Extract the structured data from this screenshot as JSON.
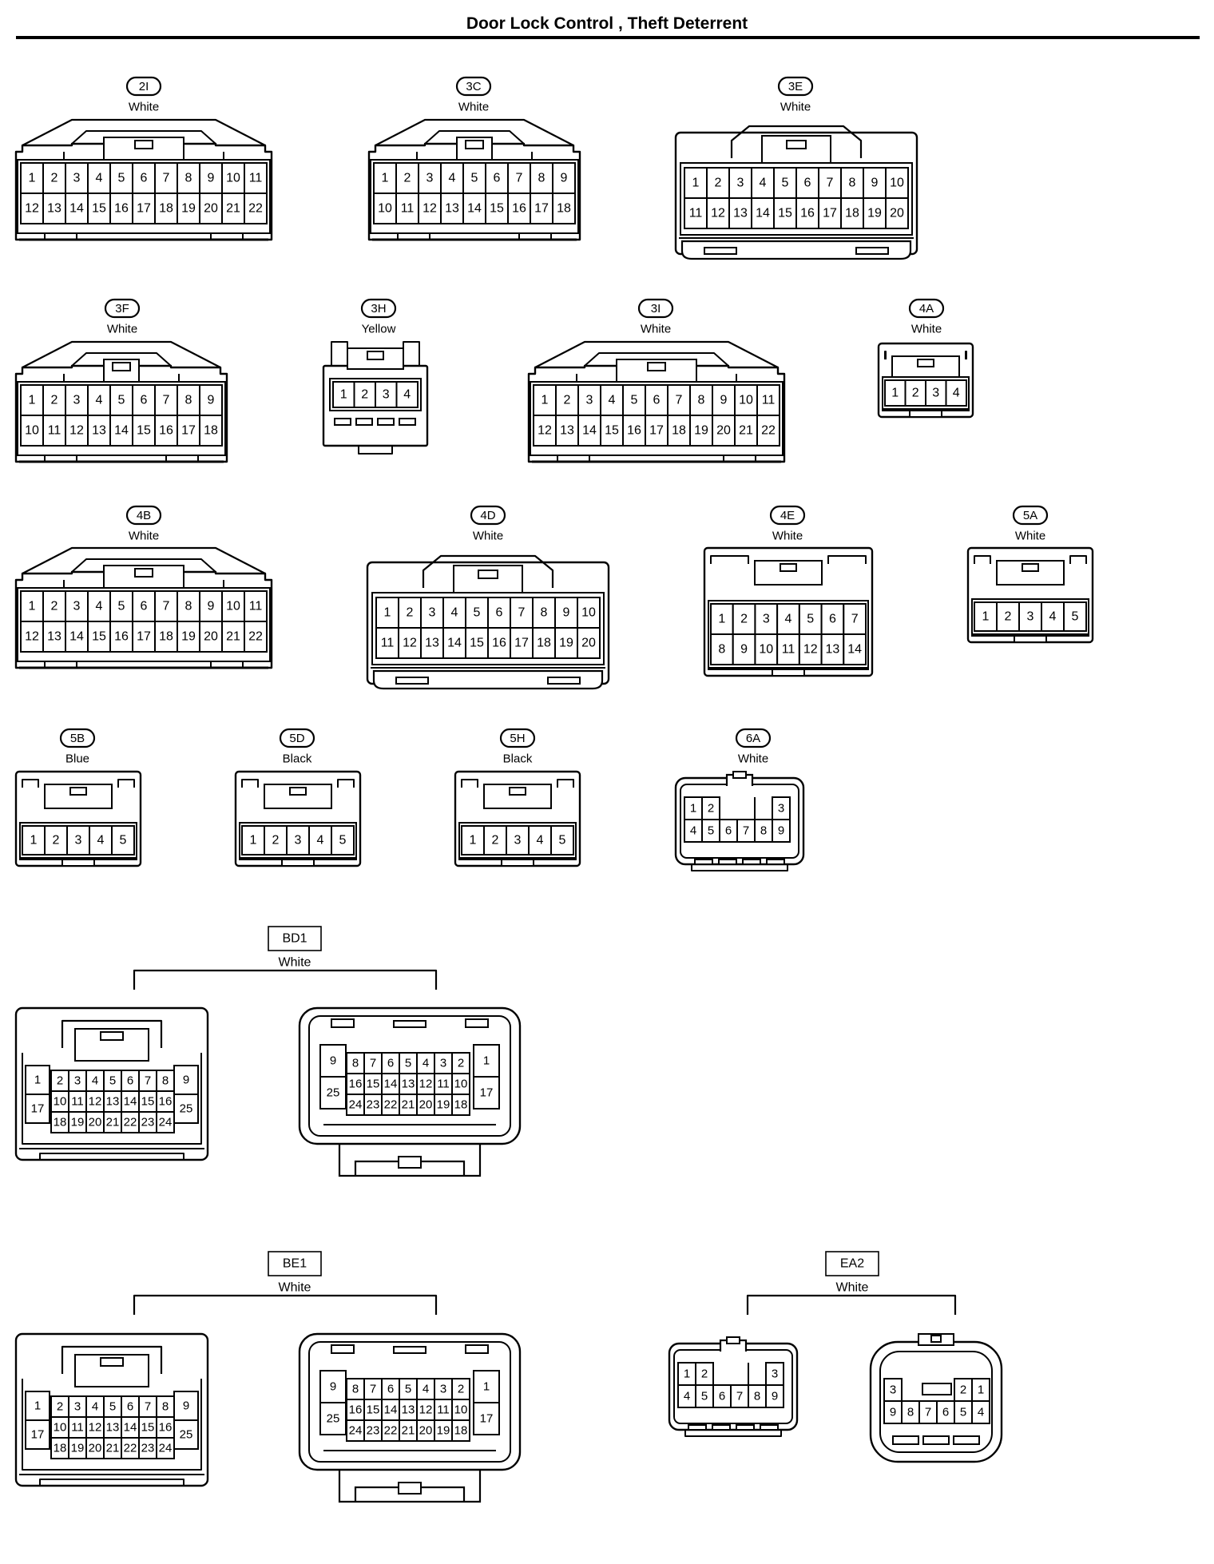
{
  "title": "Door Lock Control , Theft Deterrent",
  "connectors": [
    {
      "id": "2I",
      "color": "White",
      "rows": [
        [
          "1",
          "2",
          "3",
          "4",
          "5",
          "6",
          "7",
          "8",
          "9",
          "10",
          "11"
        ],
        [
          "12",
          "13",
          "14",
          "15",
          "16",
          "17",
          "18",
          "19",
          "20",
          "21",
          "22"
        ]
      ]
    },
    {
      "id": "3C",
      "color": "White",
      "rows": [
        [
          "1",
          "2",
          "3",
          "4",
          "5",
          "6",
          "7",
          "8",
          "9"
        ],
        [
          "10",
          "11",
          "12",
          "13",
          "14",
          "15",
          "16",
          "17",
          "18"
        ]
      ]
    },
    {
      "id": "3E",
      "color": "White",
      "rows": [
        [
          "1",
          "2",
          "3",
          "4",
          "5",
          "6",
          "7",
          "8",
          "9",
          "10"
        ],
        [
          "11",
          "12",
          "13",
          "14",
          "15",
          "16",
          "17",
          "18",
          "19",
          "20"
        ]
      ]
    },
    {
      "id": "3F",
      "color": "White",
      "rows": [
        [
          "1",
          "2",
          "3",
          "4",
          "5",
          "6",
          "7",
          "8",
          "9"
        ],
        [
          "10",
          "11",
          "12",
          "13",
          "14",
          "15",
          "16",
          "17",
          "18"
        ]
      ]
    },
    {
      "id": "3H",
      "color": "Yellow",
      "rows": [
        [
          "1",
          "2",
          "3",
          "4"
        ]
      ]
    },
    {
      "id": "3I",
      "color": "White",
      "rows": [
        [
          "1",
          "2",
          "3",
          "4",
          "5",
          "6",
          "7",
          "8",
          "9",
          "10",
          "11"
        ],
        [
          "12",
          "13",
          "14",
          "15",
          "16",
          "17",
          "18",
          "19",
          "20",
          "21",
          "22"
        ]
      ]
    },
    {
      "id": "4A",
      "color": "White",
      "rows": [
        [
          "1",
          "2",
          "3",
          "4"
        ]
      ]
    },
    {
      "id": "4B",
      "color": "White",
      "rows": [
        [
          "1",
          "2",
          "3",
          "4",
          "5",
          "6",
          "7",
          "8",
          "9",
          "10",
          "11"
        ],
        [
          "12",
          "13",
          "14",
          "15",
          "16",
          "17",
          "18",
          "19",
          "20",
          "21",
          "22"
        ]
      ]
    },
    {
      "id": "4D",
      "color": "White",
      "rows": [
        [
          "1",
          "2",
          "3",
          "4",
          "5",
          "6",
          "7",
          "8",
          "9",
          "10"
        ],
        [
          "11",
          "12",
          "13",
          "14",
          "15",
          "16",
          "17",
          "18",
          "19",
          "20"
        ]
      ]
    },
    {
      "id": "4E",
      "color": "White",
      "rows": [
        [
          "1",
          "2",
          "3",
          "4",
          "5",
          "6",
          "7"
        ],
        [
          "8",
          "9",
          "10",
          "11",
          "12",
          "13",
          "14"
        ]
      ]
    },
    {
      "id": "5A",
      "color": "White",
      "rows": [
        [
          "1",
          "2",
          "3",
          "4",
          "5"
        ]
      ]
    },
    {
      "id": "5B",
      "color": "Blue",
      "rows": [
        [
          "1",
          "2",
          "3",
          "4",
          "5"
        ]
      ]
    },
    {
      "id": "5D",
      "color": "Black",
      "rows": [
        [
          "1",
          "2",
          "3",
          "4",
          "5"
        ]
      ]
    },
    {
      "id": "5H",
      "color": "Black",
      "rows": [
        [
          "1",
          "2",
          "3",
          "4",
          "5"
        ]
      ]
    },
    {
      "id": "6A",
      "color": "White",
      "top": [
        "1",
        "2",
        "3"
      ],
      "bottom": [
        "4",
        "5",
        "6",
        "7",
        "8",
        "9"
      ]
    }
  ],
  "pairs": [
    {
      "id": "BD1",
      "color": "White",
      "left": {
        "side_l": [
          "1",
          "17"
        ],
        "side_r": [
          "9",
          "25"
        ],
        "rows": [
          [
            "2",
            "3",
            "4",
            "5",
            "6",
            "7",
            "8"
          ],
          [
            "10",
            "11",
            "12",
            "13",
            "14",
            "15",
            "16"
          ],
          [
            "18",
            "19",
            "20",
            "21",
            "22",
            "23",
            "24"
          ]
        ]
      },
      "right": {
        "side_l": [
          "9",
          "25"
        ],
        "side_r": [
          "1",
          "17"
        ],
        "rows": [
          [
            "8",
            "7",
            "6",
            "5",
            "4",
            "3",
            "2"
          ],
          [
            "16",
            "15",
            "14",
            "13",
            "12",
            "11",
            "10"
          ],
          [
            "24",
            "23",
            "22",
            "21",
            "20",
            "19",
            "18"
          ]
        ]
      }
    },
    {
      "id": "BE1",
      "color": "White",
      "left": {
        "side_l": [
          "1",
          "17"
        ],
        "side_r": [
          "9",
          "25"
        ],
        "rows": [
          [
            "2",
            "3",
            "4",
            "5",
            "6",
            "7",
            "8"
          ],
          [
            "10",
            "11",
            "12",
            "13",
            "14",
            "15",
            "16"
          ],
          [
            "18",
            "19",
            "20",
            "21",
            "22",
            "23",
            "24"
          ]
        ]
      },
      "right": {
        "side_l": [
          "9",
          "25"
        ],
        "side_r": [
          "1",
          "17"
        ],
        "rows": [
          [
            "8",
            "7",
            "6",
            "5",
            "4",
            "3",
            "2"
          ],
          [
            "16",
            "15",
            "14",
            "13",
            "12",
            "11",
            "10"
          ],
          [
            "24",
            "23",
            "22",
            "21",
            "20",
            "19",
            "18"
          ]
        ]
      }
    },
    {
      "id": "EA2",
      "color": "White",
      "left": {
        "top": [
          "1",
          "2",
          "3"
        ],
        "bottom": [
          "4",
          "5",
          "6",
          "7",
          "8",
          "9"
        ]
      },
      "right": {
        "top": [
          "3",
          "2",
          "1"
        ],
        "bottom": [
          "9",
          "8",
          "7",
          "6",
          "5",
          "4"
        ]
      }
    }
  ]
}
